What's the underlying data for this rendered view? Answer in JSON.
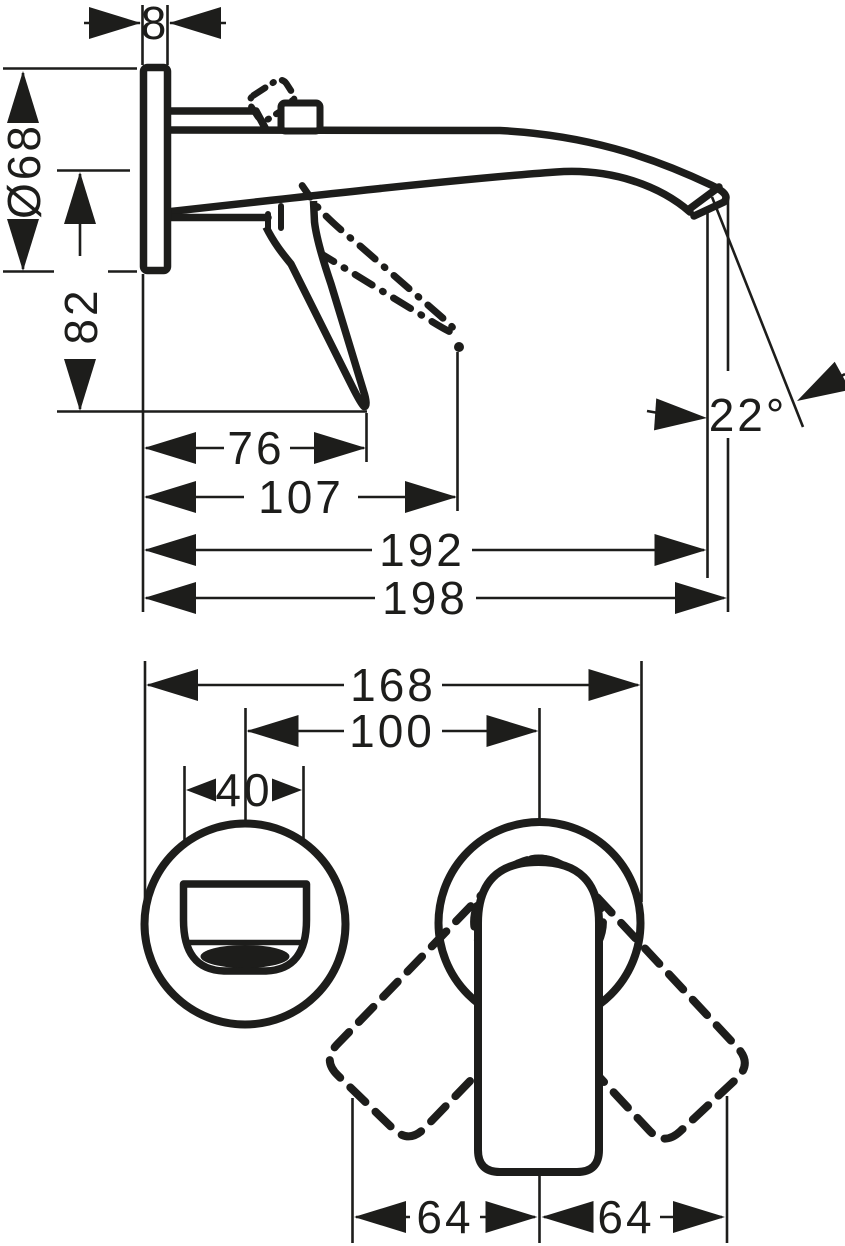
{
  "drawing_type": "faucet installation dimension drawing",
  "colors": {
    "ink": "#1d1d1b",
    "paper": "#ffffff"
  },
  "side_view": {
    "plate_thickness": "8",
    "plate_diameter": "Ø68",
    "drop_to_lever": "82",
    "lever_reach": "76",
    "lever_reach_open": "107",
    "spout_reach": "192",
    "overall_reach": "198",
    "outlet_angle": "22°"
  },
  "front_view": {
    "overall_width": "168",
    "center_distance": "100",
    "spout_width": "40",
    "swing_left": "64",
    "swing_right": "64"
  }
}
